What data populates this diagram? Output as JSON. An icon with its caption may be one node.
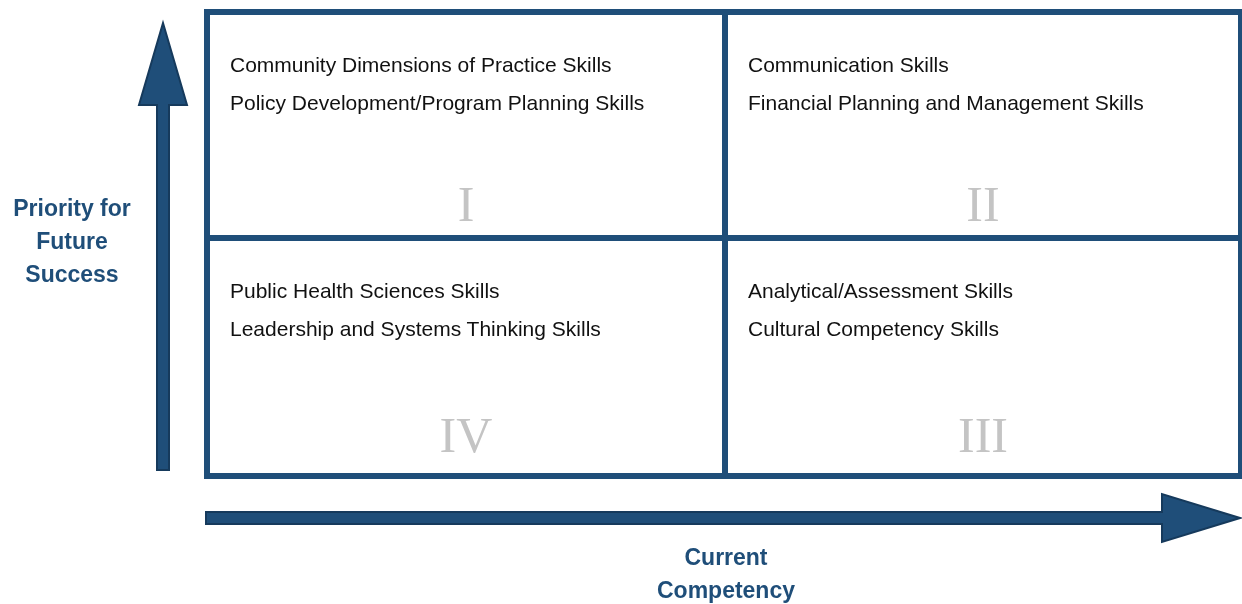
{
  "diagram": {
    "nodes": [
      {
        "text": [
          "Community Dimensions of Practice Skills",
          "Policy Development/Program Planning Skills",
          "I"
        ]
      },
      {
        "text": [
          "Communication Skills",
          "Financial Planning and Management Skills",
          "II"
        ]
      },
      {
        "text": [
          "Public Health Sciences Skills",
          "Leadership and Systems Thinking Skills",
          "IV"
        ]
      },
      {
        "text": [
          "Analytical/Assessment Skills",
          "Cultural Competency Skills",
          "III"
        ]
      }
    ],
    "edges": [],
    "labels": [
      "Priority for Future Success",
      "Current Competency"
    ]
  }
}
